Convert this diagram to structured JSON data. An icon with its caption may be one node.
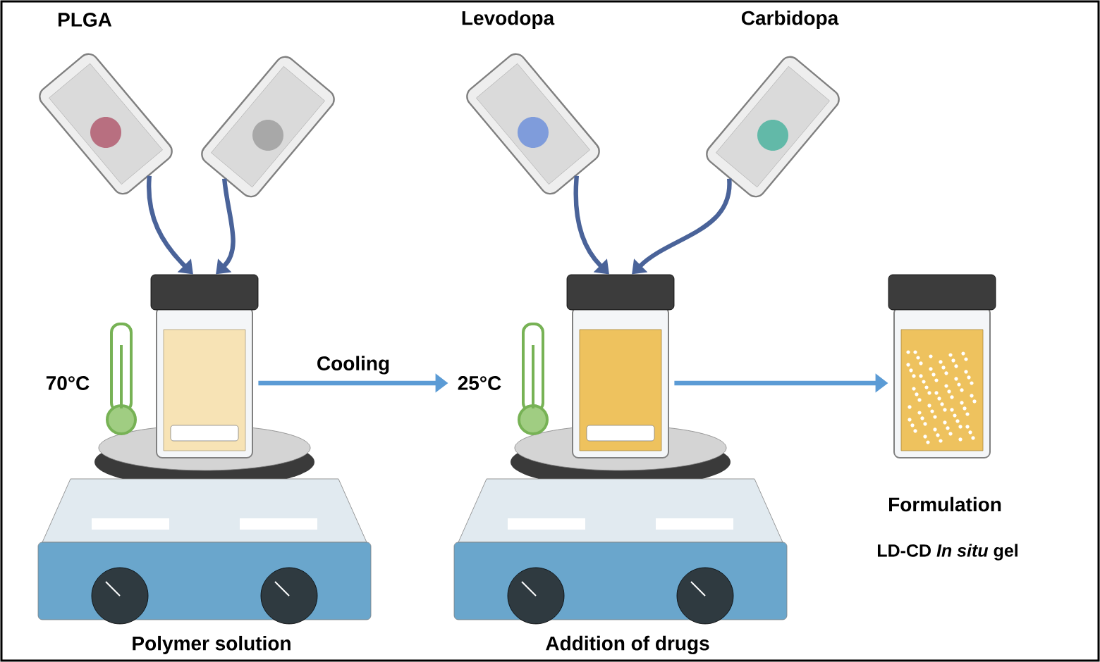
{
  "diagram": {
    "nodes": [
      {
        "text": [
          "PLGA"
        ]
      },
      {
        "text": [],
        "shape": "picture"
      },
      {
        "text": [
          "Levodopa"
        ]
      },
      {
        "text": [
          "Carbidopa"
        ]
      },
      {
        "text": [
          "70°C",
          "Polymer solution"
        ]
      },
      {
        "text": [
          "25°C",
          "Addition of drugs"
        ]
      },
      {
        "text": [
          "Formulation",
          "LD-CD *In situ* gel"
        ]
      }
    ],
    "edges": [
      {
        "from": 0,
        "to": 4,
        "arrow": "to"
      },
      {
        "from": 1,
        "to": 4,
        "arrow": "to"
      },
      {
        "from": 2,
        "to": 5,
        "arrow": "to"
      },
      {
        "from": 3,
        "to": 5,
        "arrow": "to"
      },
      {
        "from": 4,
        "to": 5,
        "arrow": "to",
        "label": "Cooling",
        "color": "#5b9bd5"
      },
      {
        "from": 5,
        "to": 6,
        "arrow": "to",
        "color": "#5b9bd5"
      }
    ]
  }
}
